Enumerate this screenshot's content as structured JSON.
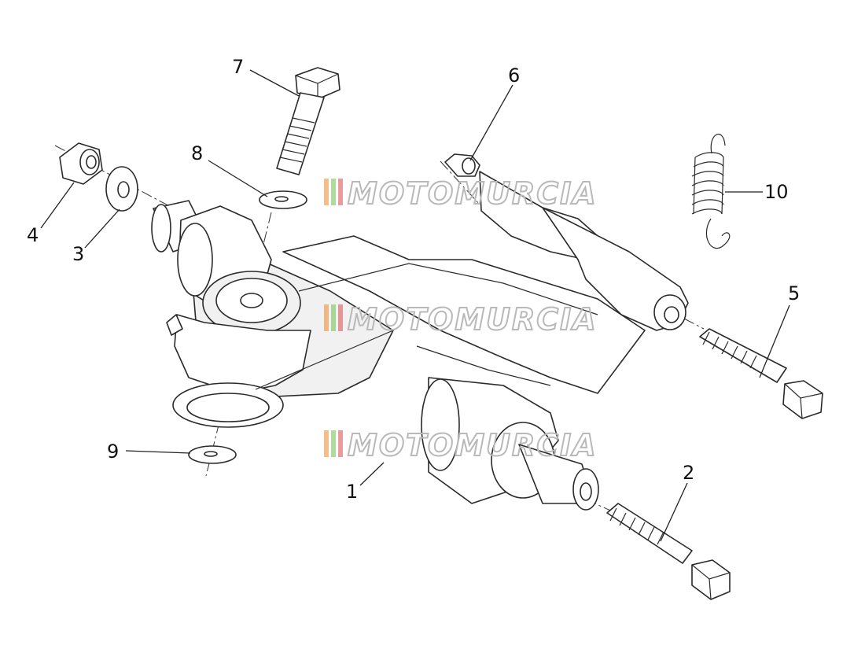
{
  "watermark": {
    "text": "MOTOMURCIA",
    "colors": [
      "#e88a2a",
      "#6cbf4a",
      "#d94a4a"
    ]
  },
  "callouts": [
    {
      "id": "1",
      "label": "1"
    },
    {
      "id": "2",
      "label": "2"
    },
    {
      "id": "3",
      "label": "3"
    },
    {
      "id": "4",
      "label": "4"
    },
    {
      "id": "5",
      "label": "5"
    },
    {
      "id": "6",
      "label": "6"
    },
    {
      "id": "7",
      "label": "7"
    },
    {
      "id": "8",
      "label": "8"
    },
    {
      "id": "9",
      "label": "9"
    },
    {
      "id": "10",
      "label": "10"
    }
  ]
}
